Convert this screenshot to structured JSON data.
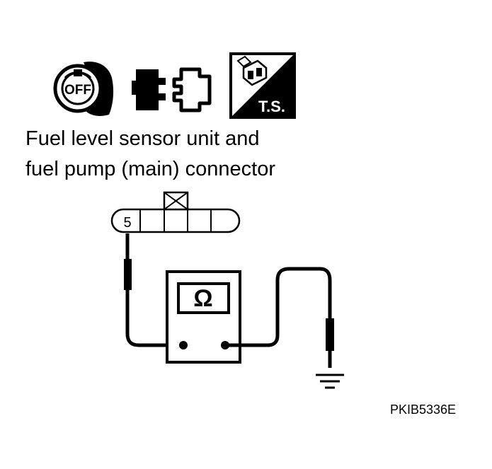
{
  "icons": {
    "ignition": {
      "name": "ignition-key-off-icon",
      "label": "OFF"
    },
    "connector": {
      "name": "disconnect-connector-icon"
    },
    "test_symbol": {
      "name": "ts-icon",
      "label": "T.S."
    }
  },
  "title": {
    "line1": "Fuel level sensor unit and",
    "line2": "fuel pump (main) connector"
  },
  "connector": {
    "terminal_label": "5"
  },
  "meter": {
    "symbol": "Ω"
  },
  "figure_code": "PKIB5336E",
  "colors": {
    "ink": "#000000",
    "paper": "#ffffff"
  }
}
